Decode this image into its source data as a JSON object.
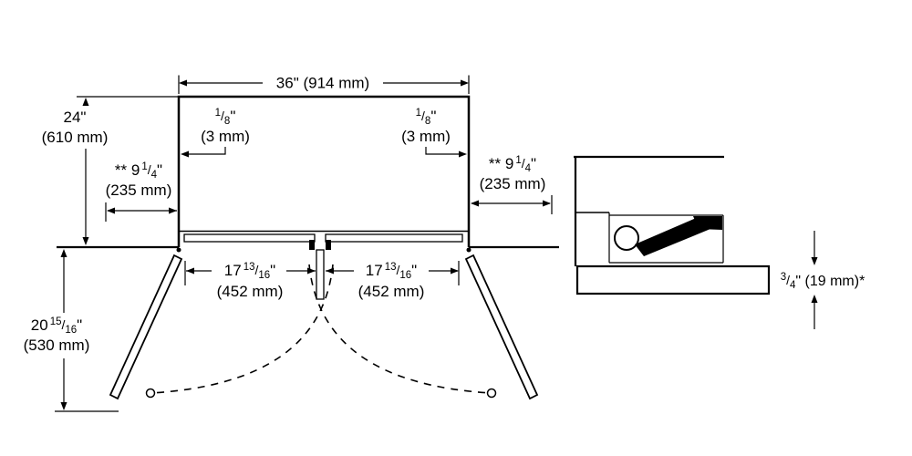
{
  "diagram": {
    "type": "appliance-installation-dimension-drawing",
    "labels": {
      "width_top": "36\" (914 mm)",
      "depth": {
        "in": "24\"",
        "mm": "(610 mm)"
      },
      "gap_left": {
        "num": "1",
        "slash": "/",
        "den": "8",
        "unit": "\"",
        "mm": "(3 mm)"
      },
      "gap_right": {
        "num": "1",
        "slash": "/",
        "den": "8",
        "unit": "\"",
        "mm": "(3 mm)"
      },
      "clear_left": {
        "prefix": "** 9",
        "num": "1",
        "slash": "/",
        "den": "4",
        "unit": "\"",
        "mm": "(235 mm)"
      },
      "clear_right": {
        "prefix": "** 9",
        "num": "1",
        "slash": "/",
        "den": "4",
        "unit": "\"",
        "mm": "(235 mm)"
      },
      "door_left": {
        "prefix": "17",
        "num": "13",
        "slash": "/",
        "den": "16",
        "unit": "\"",
        "mm": "(452 mm)"
      },
      "door_right": {
        "prefix": "17",
        "num": "13",
        "slash": "/",
        "den": "16",
        "unit": "\"",
        "mm": "(452 mm)"
      },
      "door_depth": {
        "prefix": "20",
        "num": "15",
        "slash": "/",
        "den": "16",
        "unit": "\"",
        "mm": "(530 mm)"
      },
      "countertop": {
        "num": "3",
        "slash": "/",
        "den": "4",
        "rest": "\" (19 mm)*"
      }
    },
    "colors": {
      "line": "#000000",
      "background": "#ffffff"
    }
  }
}
